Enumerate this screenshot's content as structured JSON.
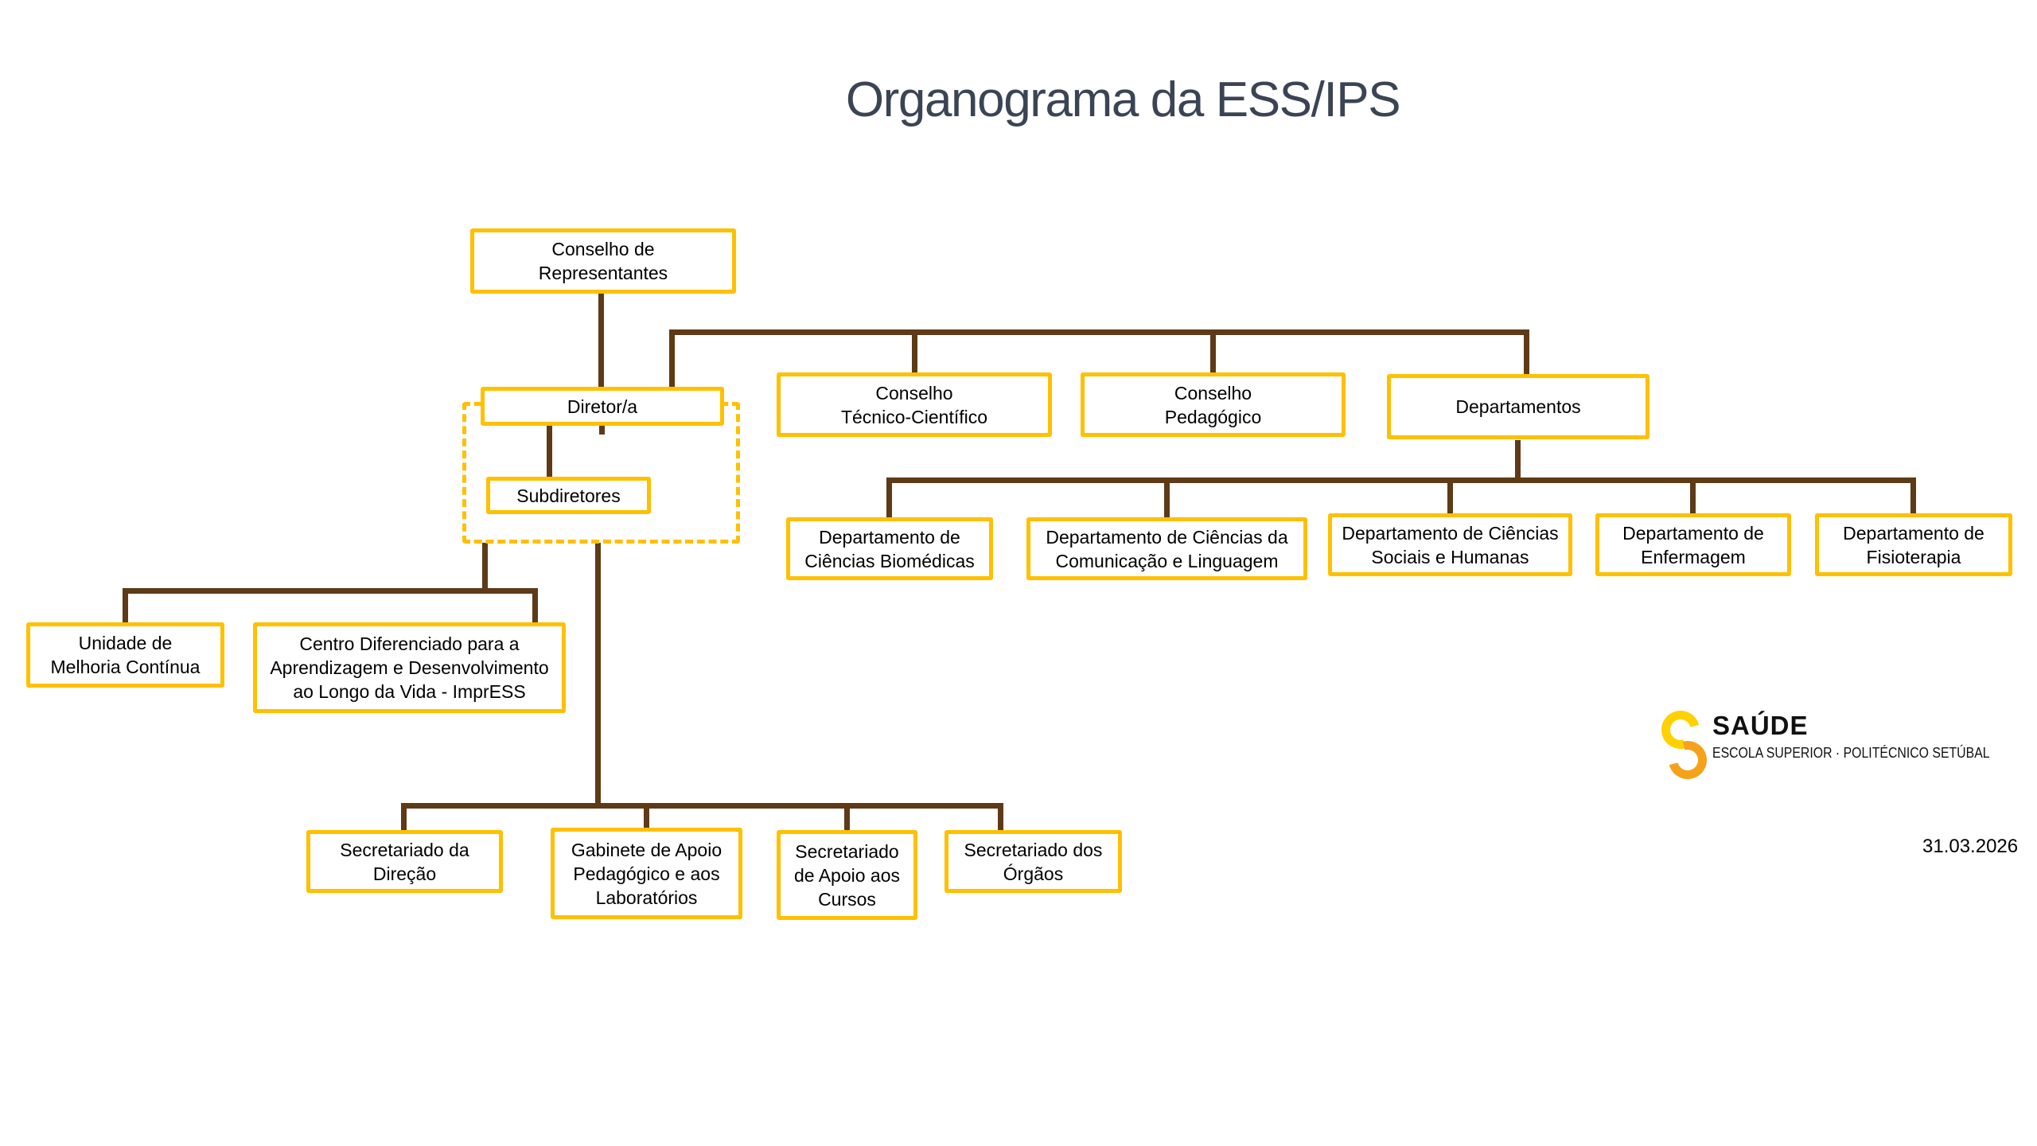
{
  "title": "Organograma da ESS/IPS",
  "date": "31.03.2026",
  "logo": {
    "icon": "saude-interlocked-crescents-icon",
    "name": "SAÚDE",
    "subtitle": "ESCOLA SUPERIOR · POLITÉCNICO SETÚBAL"
  },
  "colors": {
    "box_border": "#FFC000",
    "connector": "#5E3A17",
    "title_text": "#3B4454",
    "box_text": "#000000",
    "logo_yellow": "#FFD100",
    "logo_orange": "#F5A21B",
    "logo_text": "#111111",
    "background": "#FFFFFF"
  },
  "nodes": {
    "conselho_de_representantes": {
      "label": "Conselho de Representantes",
      "lines": [
        "Conselho de",
        "Representantes"
      ]
    },
    "diretor_a": {
      "label": "Diretor/a",
      "lines": [
        "Diretor/a"
      ]
    },
    "subdiretores": {
      "label": "Subdiretores",
      "lines": [
        "Subdiretores"
      ]
    },
    "conselho_tecnico_cientifico": {
      "label": "Conselho Técnico-Científico",
      "lines": [
        "Conselho",
        "Técnico-Científico"
      ]
    },
    "conselho_pedagogico": {
      "label": "Conselho Pedagógico",
      "lines": [
        "Conselho",
        "Pedagógico"
      ]
    },
    "departamentos": {
      "label": "Departamentos",
      "lines": [
        "Departamentos"
      ]
    },
    "departamento_ciencias_biomedicas": {
      "label": "Departamento de Ciências Biomédicas",
      "lines": [
        "Departamento de",
        "Ciências Biomédicas"
      ]
    },
    "departamento_ciencias_comunicacao_linguagem": {
      "label": "Departamento de Ciências da Comunicação e Linguagem",
      "lines": [
        "Departamento de Ciências da",
        "Comunicação e Linguagem"
      ]
    },
    "departamento_ciencias_sociais_humanas": {
      "label": "Departamento de Ciências Sociais e Humanas",
      "lines": [
        "Departamento de Ciências",
        "Sociais e Humanas"
      ]
    },
    "departamento_enfermagem": {
      "label": "Departamento de Enfermagem",
      "lines": [
        "Departamento de",
        "Enfermagem"
      ]
    },
    "departamento_fisioterapia": {
      "label": "Departamento de Fisioterapia",
      "lines": [
        "Departamento de",
        "Fisioterapia"
      ]
    },
    "unidade_melhoria_continua": {
      "label": "Unidade de Melhoria Contínua",
      "lines": [
        "Unidade de",
        "Melhoria Contínua"
      ]
    },
    "centro_diferenciado": {
      "label": "Centro Diferenciado para a Aprendizagem e Desenvolvimento ao Longo da Vida - ImprESS",
      "lines": [
        "Centro Diferenciado para a",
        "Aprendizagem e Desenvolvimento",
        "ao Longo da Vida - ImprESS"
      ]
    },
    "secretariado_direcao": {
      "label": "Secretariado da Direção",
      "lines": [
        "Secretariado da",
        "Direção"
      ]
    },
    "gabinete_apoio_pedagogico_laboratorios": {
      "label": "Gabinete de Apoio Pedagógico e aos Laboratórios",
      "lines": [
        "Gabinete de Apoio",
        "Pedagógico e aos",
        "Laboratórios"
      ]
    },
    "secretariado_apoio_cursos": {
      "label": "Secretariado de Apoio aos Cursos",
      "lines": [
        "Secretariado",
        "de Apoio aos",
        "Cursos"
      ]
    },
    "secretariado_orgaos": {
      "label": "Secretariado dos Órgãos",
      "lines": [
        "Secretariado dos",
        "Órgãos"
      ]
    }
  },
  "group": {
    "style": "dashed",
    "members": [
      "diretor_a",
      "subdiretores"
    ]
  },
  "edges": [
    [
      "conselho_de_representantes",
      "diretor_a"
    ],
    [
      "diretor_a",
      "conselho_tecnico_cientifico"
    ],
    [
      "diretor_a",
      "conselho_pedagogico"
    ],
    [
      "diretor_a",
      "departamentos"
    ],
    [
      "diretor_a",
      "subdiretores"
    ],
    [
      "departamentos",
      "departamento_ciencias_biomedicas"
    ],
    [
      "departamentos",
      "departamento_ciencias_comunicacao_linguagem"
    ],
    [
      "departamentos",
      "departamento_ciencias_sociais_humanas"
    ],
    [
      "departamentos",
      "departamento_enfermagem"
    ],
    [
      "departamentos",
      "departamento_fisioterapia"
    ],
    [
      "direcao_group",
      "unidade_melhoria_continua"
    ],
    [
      "direcao_group",
      "centro_diferenciado"
    ],
    [
      "direcao_group",
      "secretariado_direcao"
    ],
    [
      "direcao_group",
      "gabinete_apoio_pedagogico_laboratorios"
    ],
    [
      "direcao_group",
      "secretariado_apoio_cursos"
    ],
    [
      "direcao_group",
      "secretariado_orgaos"
    ]
  ]
}
